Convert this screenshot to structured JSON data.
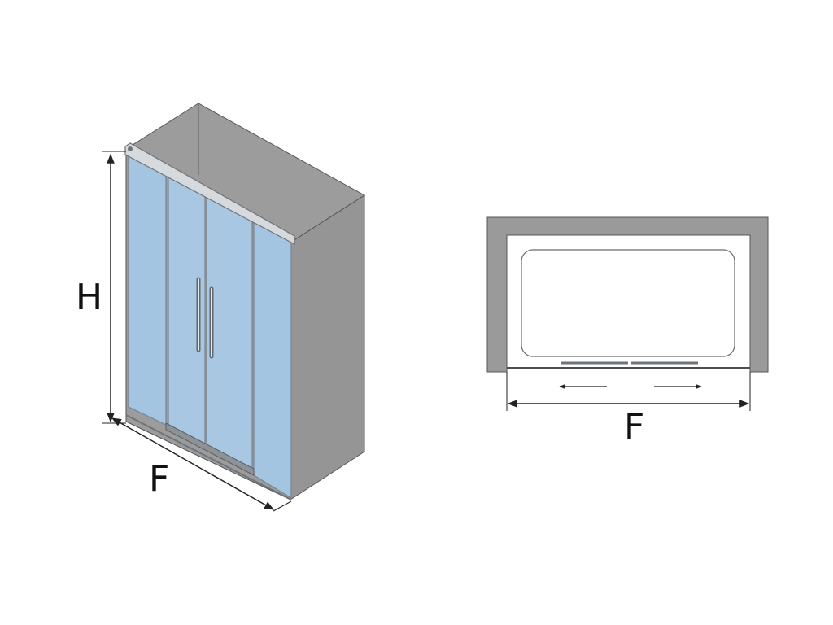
{
  "labels": {
    "height": "H",
    "width_iso": "F",
    "width_plan": "F"
  },
  "colors": {
    "wall": "#9a9a9a",
    "wall_stroke": "#555555",
    "glass": "#a4c5e2",
    "frame": "#9fa3a8",
    "line": "#222222"
  },
  "icons": {
    "opening_direction_left": "arrow-left",
    "opening_direction_right": "arrow-right"
  }
}
